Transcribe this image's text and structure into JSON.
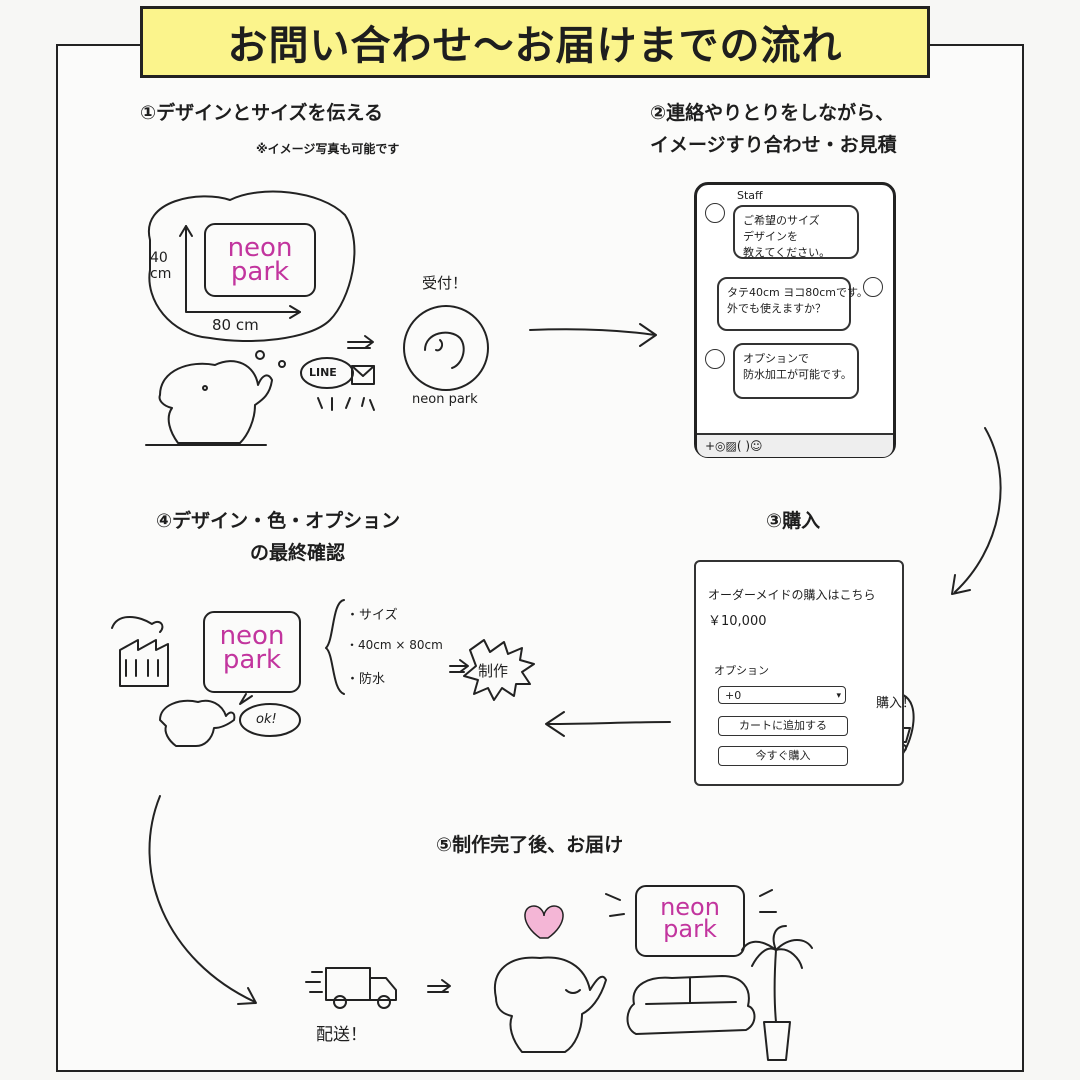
{
  "title": "お問い合わせ〜お届けまでの流れ",
  "step1": {
    "heading": "①デザインとサイズを伝える",
    "note": "※イメージ写真も可能です",
    "logo_line1": "neon",
    "logo_line2": "park",
    "height_label": "40\ncm",
    "width_label": "80 cm",
    "line_label": "LINE",
    "reception": "受付！",
    "brand": "neon park"
  },
  "step2": {
    "heading_line1": "②連絡やりとりをしながら、",
    "heading_line2": "イメージすり合わせ・お見積",
    "staff_label": "Staff",
    "msg1": "ご希望のサイズ\nデザインを\n教えてください。",
    "msg2": "タテ40cm ヨコ80cmです。\n外でも使えますか？",
    "msg3": "オプションで\n防水加工が可能です。",
    "toolbar": "+◎▨(      )☺"
  },
  "step3": {
    "heading": "③購入",
    "order_title": "オーダーメイドの購入はこちら",
    "price": "￥10,000",
    "option_label": "オプション",
    "option_value": "+0",
    "add_to_cart": "カートに追加する",
    "buy_now": "今すぐ購入",
    "buy_label": "購入！"
  },
  "step4": {
    "heading_line1": "④デザイン・色・オプション",
    "heading_line2": "の最終確認",
    "logo_line1": "neon",
    "logo_line2": "park",
    "spec1": "・サイズ",
    "spec2": "・40cm × 80cm",
    "spec3": "・防水",
    "production": "制作",
    "ok": "ok!"
  },
  "step5": {
    "heading": "⑤制作完了後、お届け",
    "delivery": "配送！",
    "logo_line1": "neon",
    "logo_line2": "park"
  },
  "colors": {
    "title_bg": "#fbf48c",
    "neon_pink": "#c2359e",
    "heart": "#f4b6d6",
    "line": "#222222"
  }
}
